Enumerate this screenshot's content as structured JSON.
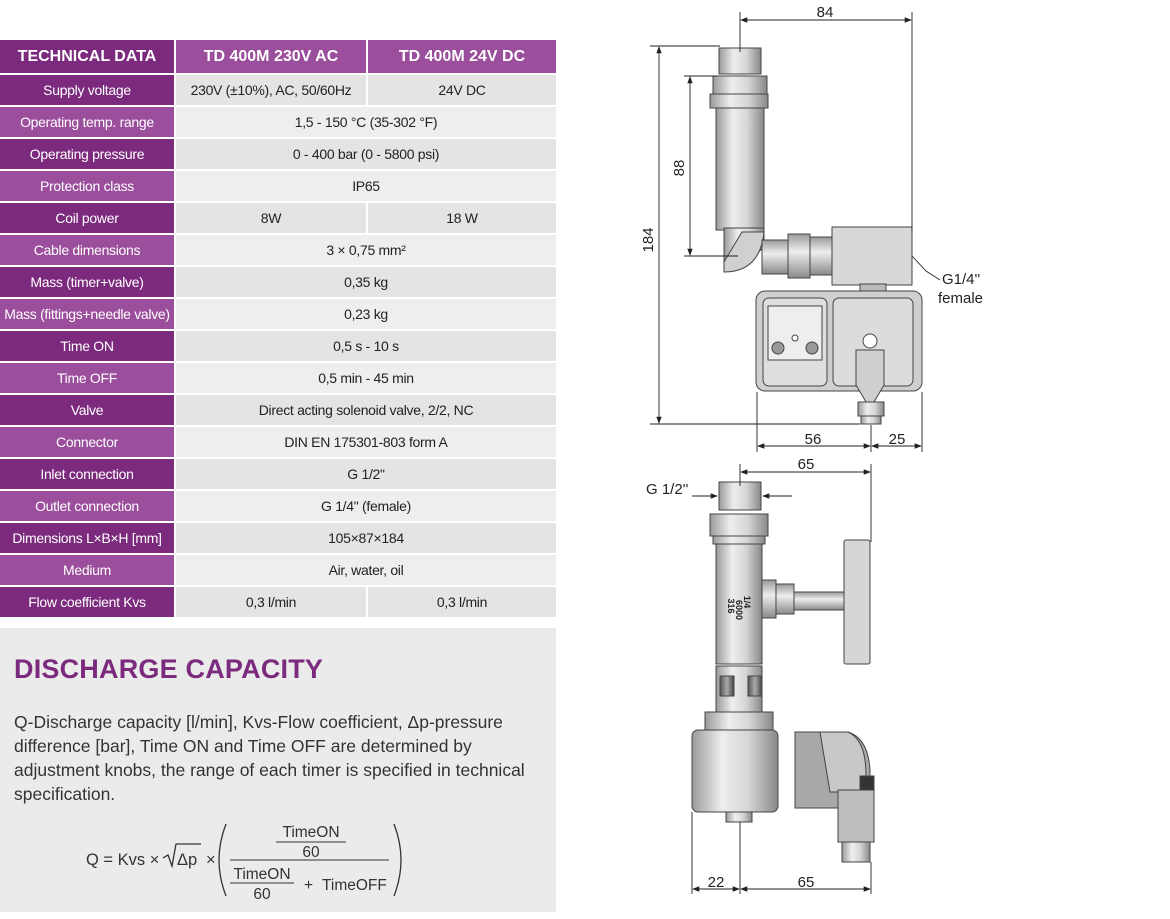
{
  "table": {
    "header": {
      "label": "TECHNICAL DATA",
      "col1": "TD 400M 230V AC",
      "col2": "TD 400M 24V DC"
    },
    "rows": [
      {
        "label": "Supply voltage",
        "v1": "230V (±10%), AC, 50/60Hz",
        "v2": "24V DC"
      },
      {
        "label": "Operating temp. range",
        "span": "1,5 - 150 °C    (35-302 °F)"
      },
      {
        "label": "Operating pressure",
        "span": "0 - 400 bar (0 - 5800 psi)"
      },
      {
        "label": "Protection class",
        "span": "IP65"
      },
      {
        "label": "Coil power",
        "v1": "8W",
        "v2": "18 W"
      },
      {
        "label": "Cable dimensions",
        "span": "3 × 0,75 mm²"
      },
      {
        "label": "Mass (timer+valve)",
        "span": "0,35 kg"
      },
      {
        "label": "Mass (fittings+needle valve)",
        "span": "0,23 kg"
      },
      {
        "label": "Time ON",
        "span": "0,5 s - 10 s"
      },
      {
        "label": "Time OFF",
        "span": "0,5 min - 45 min"
      },
      {
        "label": "Valve",
        "span": "Direct acting solenoid valve, 2/2, NC"
      },
      {
        "label": "Connector",
        "span": "DIN EN 175301-803 form A"
      },
      {
        "label": "Inlet connection",
        "span": "G 1/2\""
      },
      {
        "label": "Outlet connection",
        "span": "G 1/4\" (female)"
      },
      {
        "label": "Dimensions L×B×H [mm]",
        "span": "105×87×184"
      },
      {
        "label": "Medium",
        "span": "Air, water, oil"
      },
      {
        "label": "Flow coefficient Kvs",
        "v1": "0,3 l/min",
        "v2": "0,3 l/min"
      }
    ]
  },
  "discharge": {
    "title": "DISCHARGE CAPACITY",
    "text": "Q-Discharge capacity [l/min], Kvs-Flow coefficient, Δp-pressure difference [bar], Time ON and Time OFF are determined by adjustment knobs, the range of each timer is specified in technical specification.",
    "formula": {
      "lhs": "Q = Kvs ×",
      "dp": "Δp",
      "times": "×",
      "num_top": "TimeON",
      "num_bottom": "60",
      "den_top": "TimeON",
      "den_bottom": "60",
      "den_plus": "+",
      "den_off": "TimeOFF"
    }
  },
  "drawing": {
    "dims": {
      "d84": "84",
      "d88": "88",
      "d184": "184",
      "d56": "56",
      "d25": "25",
      "d65a": "65",
      "d22": "22",
      "d65b": "65"
    },
    "labels": {
      "g14": "G1/4''",
      "female": "female",
      "g12": "G 1/2''",
      "vt1": "1/4",
      "vt2": "6000",
      "vt3": "316"
    }
  }
}
